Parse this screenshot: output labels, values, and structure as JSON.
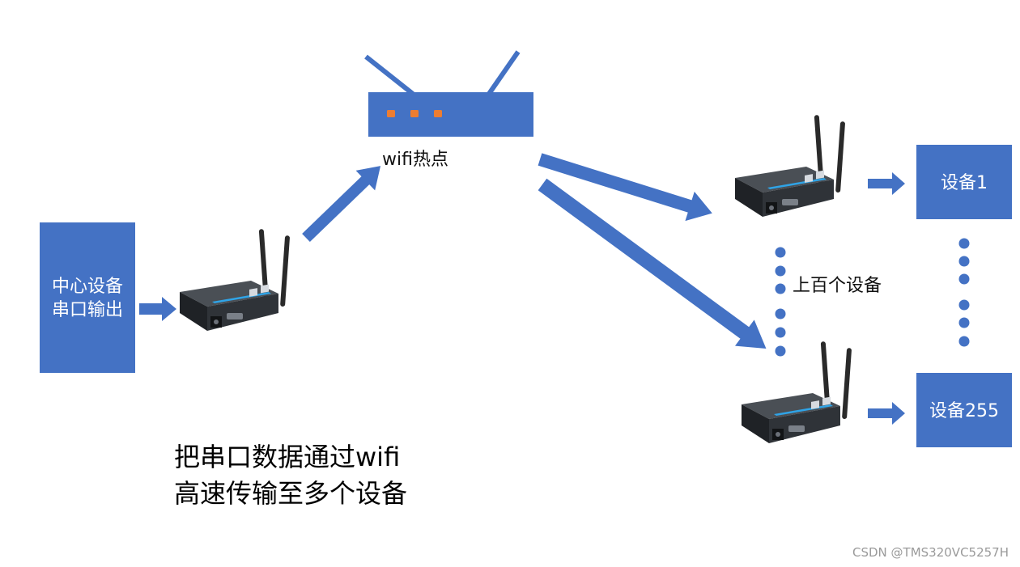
{
  "colors": {
    "primary_blue": "#4472C4",
    "led_orange": "#ED7D31",
    "text_dark": "#111111",
    "watermark_gray": "#9A9A9A"
  },
  "central_device": {
    "line1": "中心设备",
    "line2": "串口输出"
  },
  "router": {
    "label": "wifi热点",
    "icon": "wifi-router-icon"
  },
  "gateway_icon": "serial-wifi-gateway-icon",
  "middle_note": "上百个设备",
  "devices": [
    {
      "label": "设备1"
    },
    {
      "label": "设备255"
    }
  ],
  "caption": {
    "line1": "把串口数据通过wifi",
    "line2": "高速传输至多个设备"
  },
  "watermark": "CSDN @TMS320VC5257H"
}
